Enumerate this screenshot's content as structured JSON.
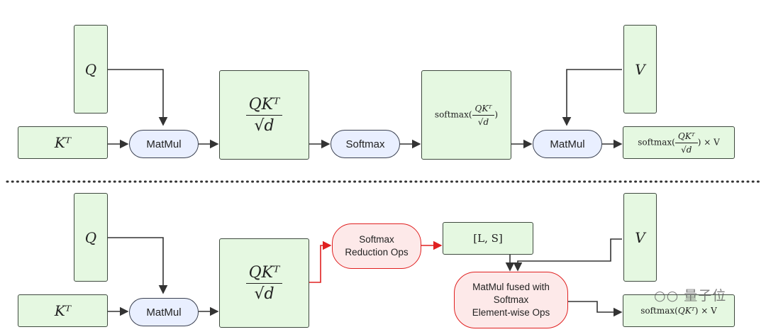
{
  "top": {
    "q": "Q",
    "kt": "Kᵀ",
    "matmul1": "MatMul",
    "qkt_num": "QKᵀ",
    "qkt_den": "√d",
    "softmax_op": "Softmax",
    "softmax_fn": "softmax(",
    "softmax_num": "QKᵀ",
    "softmax_den": "√d",
    "softmax_close": ")",
    "matmul2": "MatMul",
    "v": "V",
    "out_fn": "softmax(",
    "out_num": "QKᵀ",
    "out_den": "√d",
    "out_close": ") × V"
  },
  "bottom": {
    "q": "Q",
    "kt": "Kᵀ",
    "matmul1": "MatMul",
    "qkt_num": "QKᵀ",
    "qkt_den": "√d",
    "reduction_op": "Softmax\nReduction Ops",
    "ls": "[L, S]",
    "fused_op": "MatMul fused with\nSoftmax\nElement-wise Ops",
    "v": "V",
    "out_fn": "softmax(",
    "out_num": "QKᵀ",
    "out_close": ") × V"
  },
  "watermark": "量子位",
  "colors": {
    "box_fill": "#e5f8e1",
    "op_fill": "#e9efff",
    "red": "#e02020",
    "red_fill": "#fde9e9"
  }
}
